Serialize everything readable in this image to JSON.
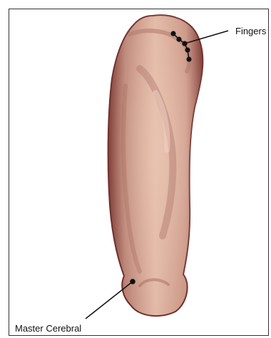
{
  "labels": {
    "fingers": "Fingers",
    "master_cerebral": "Master Cerebral"
  },
  "colors": {
    "ear_light": "#e2b7a4",
    "ear_mid": "#c99484",
    "ear_shadow": "#8e4f47",
    "ear_rim": "#6b2d2a",
    "points": "#111111",
    "leader": "#111111"
  },
  "points": {
    "finger_count": 5,
    "master_cerebral_count": 1
  }
}
